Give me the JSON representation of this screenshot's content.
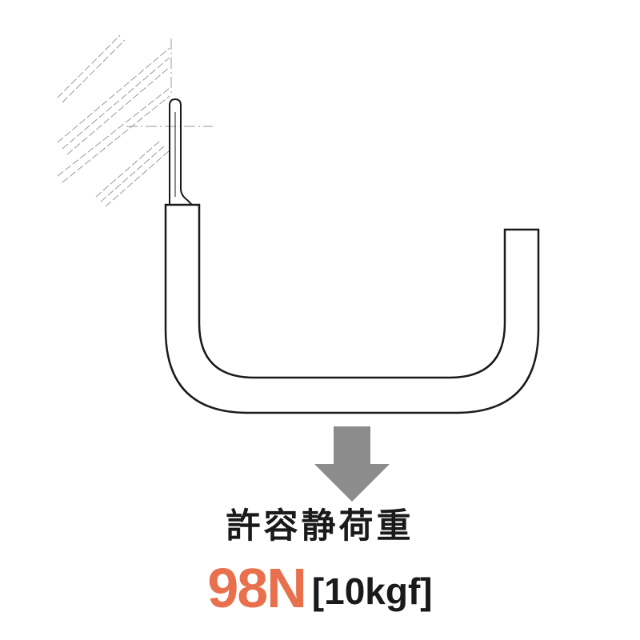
{
  "figure": {
    "label": "許容静荷重",
    "load_value": "98N",
    "load_alt": "[10kgf]",
    "colors": {
      "outline": "#1a1a1a",
      "arrow": "#8c8c8c",
      "accent": "#e8704d",
      "hatch": "#9a9a9a",
      "centerline": "#9a9a9a"
    }
  }
}
